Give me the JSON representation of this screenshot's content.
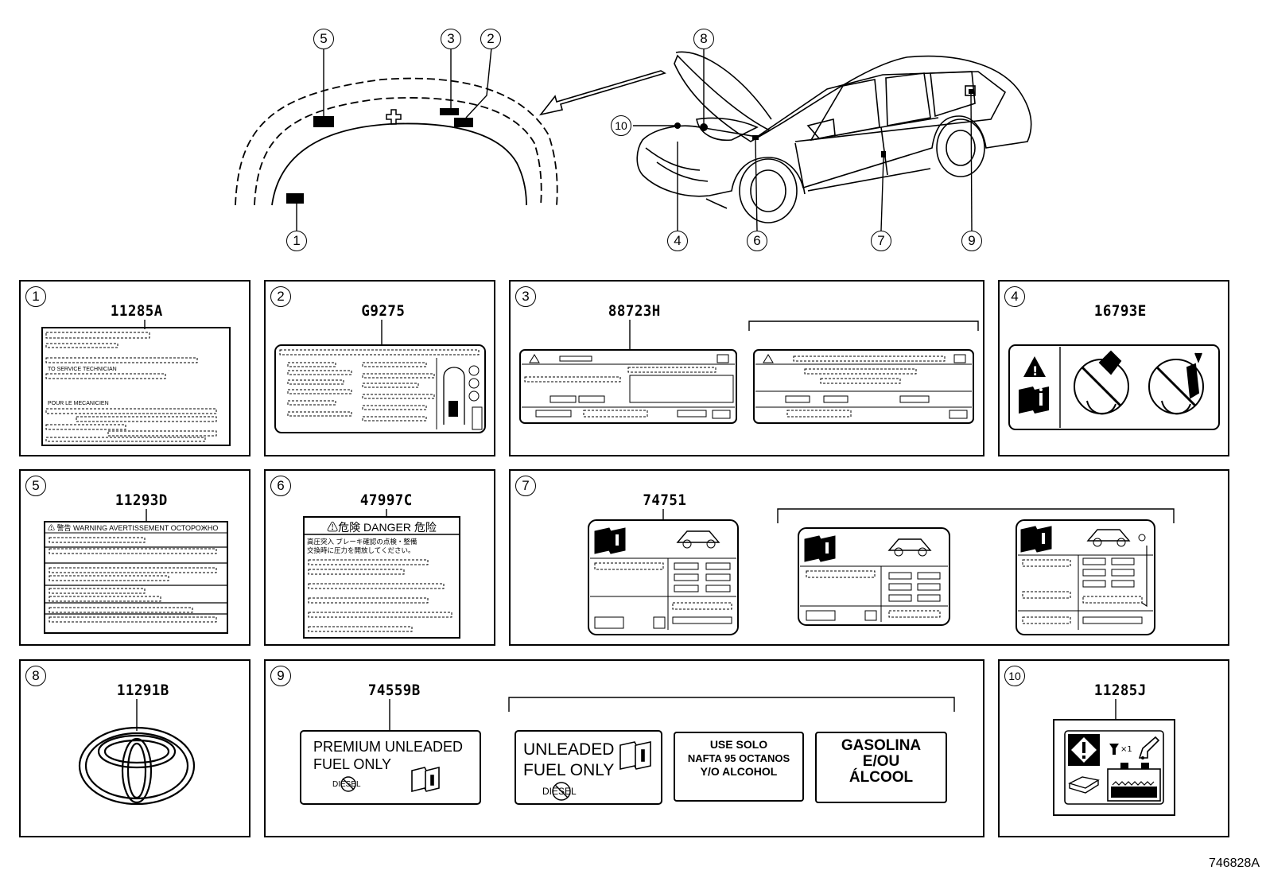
{
  "overview_callouts": [
    "1",
    "2",
    "3",
    "4",
    "5",
    "6",
    "7",
    "8",
    "9",
    "10"
  ],
  "panels": [
    {
      "num": "1",
      "part": "11285A"
    },
    {
      "num": "2",
      "part": "G9275"
    },
    {
      "num": "3",
      "part": "88723H"
    },
    {
      "num": "4",
      "part": "16793E"
    },
    {
      "num": "5",
      "part": "11293D"
    },
    {
      "num": "6",
      "part": "47997C"
    },
    {
      "num": "7",
      "part": "74751"
    },
    {
      "num": "8",
      "part": "11291B"
    },
    {
      "num": "9",
      "part": "74559B"
    },
    {
      "num": "10",
      "part": "11285J"
    }
  ],
  "label_texts": {
    "p1_line1": "POUR LE MECANICIEN",
    "p1_line2": "TO SERVICE TECHNICIAN",
    "p5_header": "⚠ 警告 WARNING AVERTISSEMENT ОСТОРОЖНО",
    "p6_header": "⚠危険  DANGER  危险",
    "p6_line1": "高圧突入  ブレーキ確認の点検・整備",
    "p6_line2": "交換時に圧力を開放してください。",
    "p9_a_line1": "PREMIUM  UNLEADED",
    "p9_a_line2": "FUEL ONLY",
    "p9_diesel": "DIESEL",
    "p9_b_line1": "UNLEADED",
    "p9_b_line2": "FUEL ONLY",
    "p9_c_line1": "USE SOLO",
    "p9_c_line2": "NAFTA 95 OCTANOS",
    "p9_c_line3": "Y/O ALCOHOL",
    "p9_d_line1": "GASOLINA",
    "p9_d_line2": "E/OU",
    "p9_d_line3": "ÁLCOOL",
    "p10_x1": "×1"
  },
  "diagram_id": "746828A"
}
